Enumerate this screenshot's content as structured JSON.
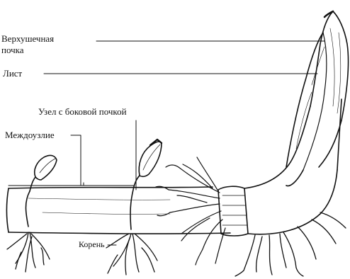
{
  "labels": {
    "apical_bud_line1": "Верхушечная",
    "apical_bud_line2": "почка",
    "leaf": "Лист",
    "node_with_lateral_bud": "Узел с боковой почкой",
    "internode": "Междоузлие",
    "root": "Корень"
  },
  "colors": {
    "ink": "#111111",
    "background": "#ffffff"
  }
}
